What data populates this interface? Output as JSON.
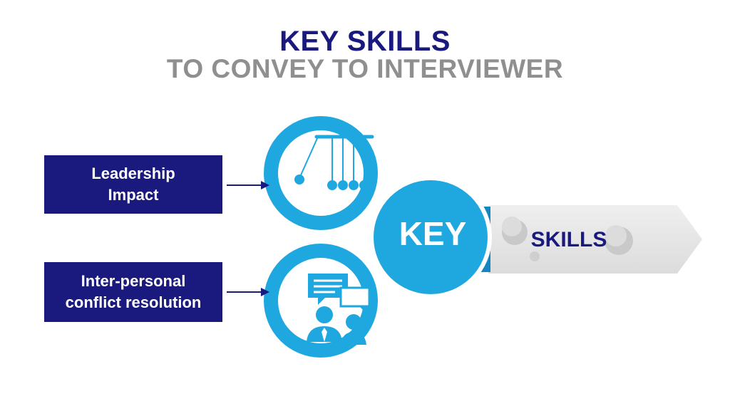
{
  "title": {
    "line1": "KEY SKILLS",
    "line2": "TO CONVEY TO INTERVIEWER"
  },
  "skills": [
    {
      "line1": "Leadership",
      "line2": "Impact"
    },
    {
      "line1": "Inter-personal",
      "line2": "conflict resolution"
    }
  ],
  "key": {
    "label": "KEY",
    "blade_label": "SKILLS"
  },
  "colors": {
    "navy": "#1a1a7e",
    "blue": "#1fa7e0",
    "gray": "#8f8f8f",
    "blade": "#e6e6e6"
  },
  "icons": [
    "newtons-cradle-icon",
    "conversation-icon"
  ]
}
